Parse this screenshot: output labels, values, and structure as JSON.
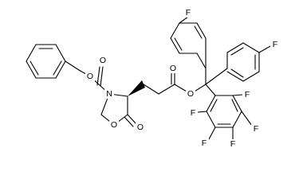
{
  "molecule": {
    "atom_labels": {
      "o1": "O",
      "o2": "O",
      "n": "N",
      "o3": "O",
      "o4": "O",
      "o5": "O",
      "o6": "O",
      "f1": "F",
      "f2": "F",
      "f3": "F",
      "f4": "F",
      "f5": "F",
      "f6": "F",
      "f7": "F"
    }
  }
}
